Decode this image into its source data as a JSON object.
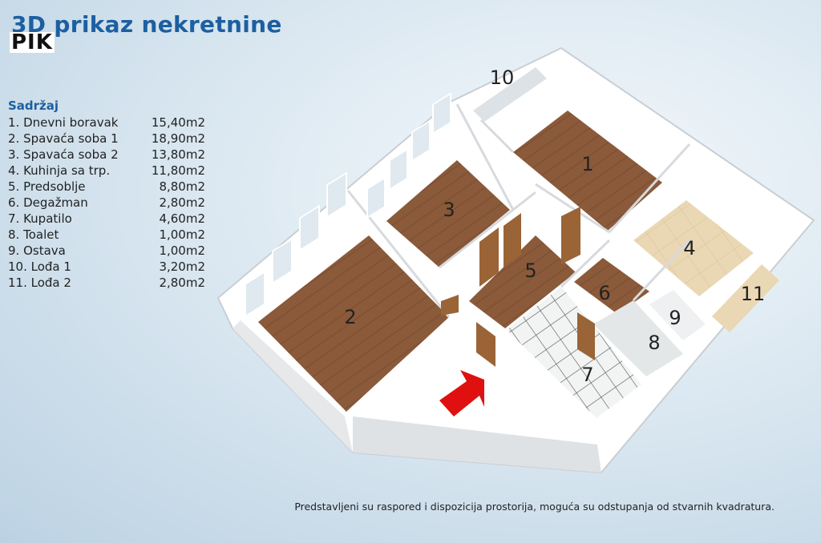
{
  "header": {
    "title": "3D prikaz nekretnine",
    "logo_text": "PIK"
  },
  "contents": {
    "heading": "Sadržaj",
    "rooms": [
      {
        "name": "1. Dnevni boravak",
        "area": "15,40m2"
      },
      {
        "name": "2. Spavaća soba 1",
        "area": "18,90m2"
      },
      {
        "name": "3. Spavaća soba 2",
        "area": "13,80m2"
      },
      {
        "name": "4. Kuhinja sa trp.",
        "area": "11,80m2"
      },
      {
        "name": "5. Predsoblje",
        "area": "8,80m2"
      },
      {
        "name": "6. Degažman",
        "area": "2,80m2"
      },
      {
        "name": "7. Kupatilo",
        "area": "4,60m2"
      },
      {
        "name": "8. Toalet",
        "area": "1,00m2"
      },
      {
        "name": "9. Ostava",
        "area": "1,00m2"
      },
      {
        "name": "10. Lođa 1",
        "area": "3,20m2"
      },
      {
        "name": "11. Lođa 2",
        "area": "2,80m2"
      }
    ]
  },
  "floorplan": {
    "labels": [
      "1",
      "2",
      "3",
      "4",
      "5",
      "6",
      "7",
      "8",
      "9",
      "10",
      "11"
    ],
    "colors": {
      "wood_floor": "#8a5a3a",
      "kitchen_tile": "#ead7b4",
      "bath_tile": "#f2f4f4",
      "wall": "#ffffff",
      "entrance_arrow": "#e01010"
    },
    "entrance_icon": "entrance-arrow-icon"
  },
  "footer": {
    "disclaimer": "Predstavljeni su raspored i dispozicija prostorija, moguća su odstupanja od stvarnih kvadratura."
  }
}
